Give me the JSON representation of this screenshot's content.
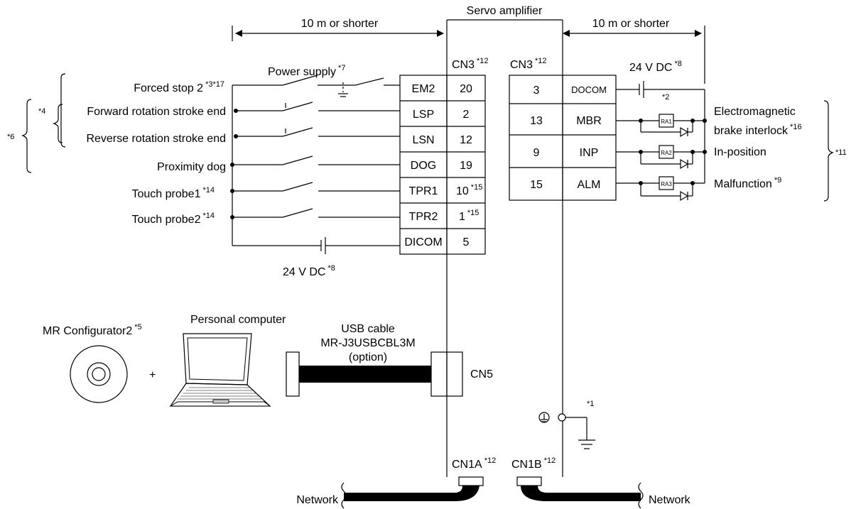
{
  "title": "Servo amplifier",
  "dist_left": "10 m or shorter",
  "dist_right": "10 m or shorter",
  "cn3": "CN3",
  "fn12": "*12",
  "power_supply": "Power supply",
  "fn7": "*7",
  "inputs": [
    {
      "label": "Forced stop 2",
      "fn": "*3*17",
      "code": "EM2",
      "pin": "20",
      "pinfn": ""
    },
    {
      "label": "Forward rotation stroke end",
      "fn": "",
      "code": "LSP",
      "pin": "2",
      "pinfn": ""
    },
    {
      "label": "Reverse rotation stroke end",
      "fn": "",
      "code": "LSN",
      "pin": "12",
      "pinfn": ""
    },
    {
      "label": "Proximity dog",
      "fn": "",
      "code": "DOG",
      "pin": "19",
      "pinfn": ""
    },
    {
      "label": "Touch probe1",
      "fn": "*14",
      "code": "TPR1",
      "pin": "10",
      "pinfn": "*15"
    },
    {
      "label": "Touch probe2",
      "fn": "*14",
      "code": "TPR2",
      "pin": "1",
      "pinfn": "*15"
    },
    {
      "label": "",
      "fn": "",
      "code": "DICOM",
      "pin": "5",
      "pinfn": ""
    }
  ],
  "outputs": [
    {
      "pin": "3",
      "code": "DOCOM",
      "relay": ""
    },
    {
      "pin": "13",
      "code": "MBR",
      "relay": "RA1"
    },
    {
      "pin": "9",
      "code": "INP",
      "relay": "RA2"
    },
    {
      "pin": "15",
      "code": "ALM",
      "relay": "RA3"
    }
  ],
  "vdc_label": "24 V DC",
  "fn8": "*8",
  "fn2": "*2",
  "fn4": "*4",
  "fn6": "*6",
  "fn11": "*11",
  "fn1": "*1",
  "out_brake_1": "Electromagnetic",
  "out_brake_2": "brake interlock",
  "fn16": "*16",
  "out_inp": "In-position",
  "out_alm": "Malfunction",
  "fn9": "*9",
  "mr_config": "MR Configurator2",
  "fn5": "*5",
  "plus": "+",
  "pc": "Personal computer",
  "usb_1": "USB cable",
  "usb_2": "MR-J3USBCBL3M",
  "usb_3": "(option)",
  "cn5": "CN5",
  "cn1a": "CN1A",
  "cn1b": "CN1B",
  "network_left": "Network",
  "network_right": "Network"
}
